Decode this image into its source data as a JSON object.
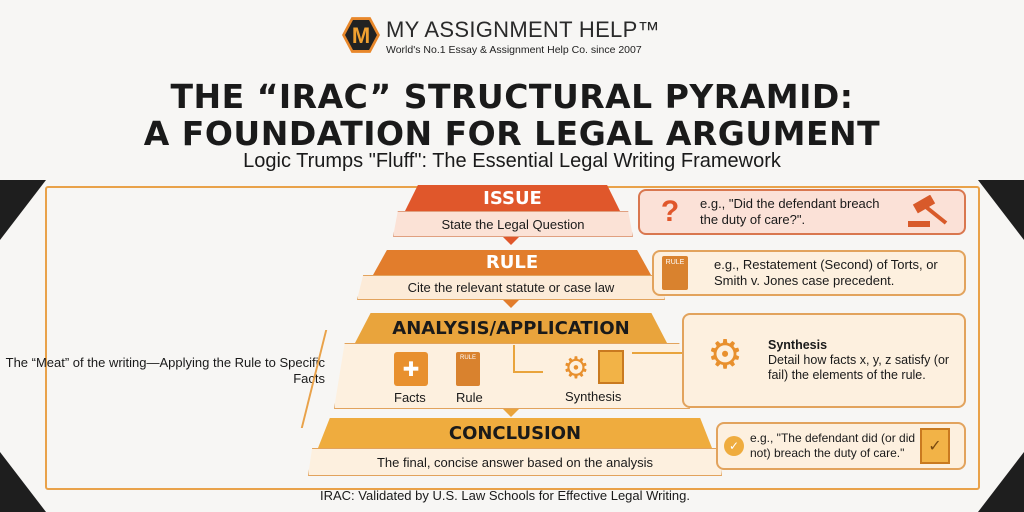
{
  "brand": {
    "logo_letter": "M",
    "name": "MY ASSIGNMENT HELP™",
    "tagline": "World's No.1 Essay & Assignment Help Co. since 2007"
  },
  "title": {
    "line1": "THE “IRAC” STRUCTURAL PYRAMID:",
    "line2": "A FOUNDATION FOR LEGAL ARGUMENT"
  },
  "subtitle": "Logic Trumps \"Fluff\": The Essential Legal Writing Framework",
  "tiers": [
    {
      "heading": "ISSUE",
      "description": "State the Legal Question",
      "example": "e.g., \"Did the defendant breach the duty of care?\".",
      "color": "#e0572b"
    },
    {
      "heading": "RULE",
      "description": "Cite the relevant statute or case law",
      "example": "e.g., Restatement (Second) of Torts, or Smith v. Jones case precedent.",
      "icon_label": "RULE",
      "color": "#e27d2c"
    },
    {
      "heading": "ANALYSIS/APPLICATION",
      "items": [
        "Facts",
        "Rule",
        "Synthesis"
      ],
      "icon_label": "RULE",
      "callout_title": "Synthesis",
      "callout_text": "Detail how facts x, y, z satisfy (or fail) the elements of the rule.",
      "color": "#e9a43c"
    },
    {
      "heading": "CONCLUSION",
      "description": "The final, concise answer based on the analysis",
      "example": "e.g., \"The defendant did (or did not) breach the duty of care.\"",
      "color": "#efac3e"
    }
  ],
  "side_note": "The “Meat” of the writing—Applying the Rule to Specific Facts",
  "footer": "IRAC: Validated by U.S. Law Schools for Effective Legal Writing."
}
